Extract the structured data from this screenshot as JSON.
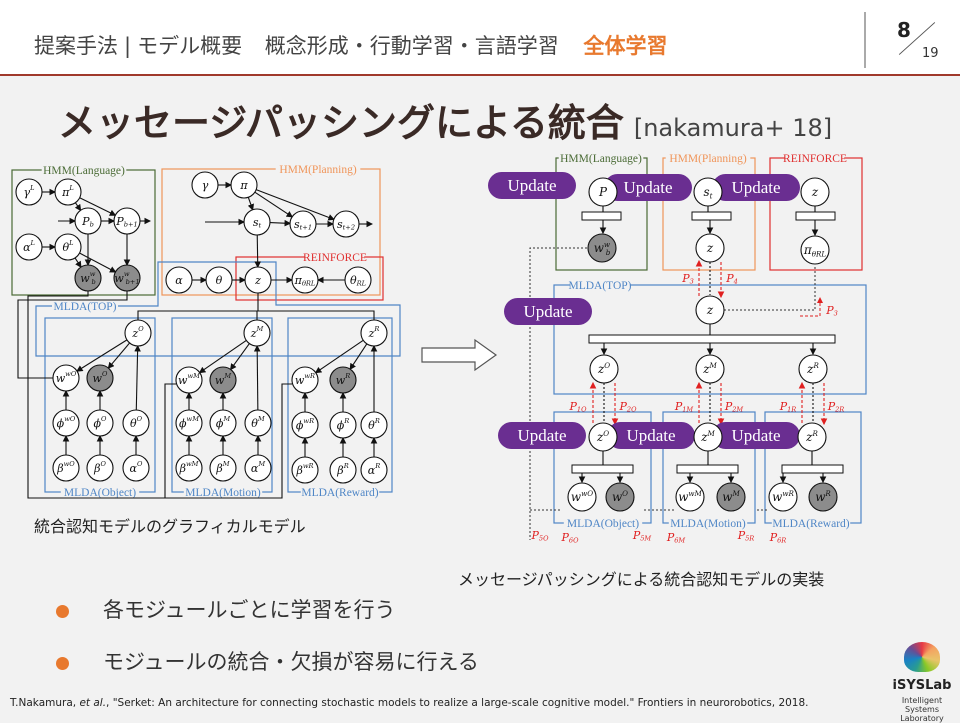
{
  "header": {
    "crumbs": [
      "提案手法",
      "モデル概要",
      "概念形成・行動学習・言語学習"
    ],
    "separator": "|",
    "active": "全体学習",
    "page": "8",
    "total": "19",
    "accent": "#e8792e"
  },
  "title": {
    "main": "メッセージパッシングによる統合",
    "cite": "[nakamura+ 18]"
  },
  "left_diagram": {
    "caption": "統合認知モデルのグラフィカルモデル",
    "boxes": {
      "lang": "HMM(Language)",
      "plan": "HMM(Planning)",
      "rl": "REINFORCE",
      "top": "MLDA(TOP)",
      "obj": "MLDA(Object)",
      "mot": "MLDA(Motion)",
      "rew": "MLDA(Reward)"
    },
    "nodes": {
      "gL": {
        "m": "γ",
        "sup": "L"
      },
      "piL": {
        "m": "π",
        "sup": "L"
      },
      "Pb": {
        "m": "P",
        "sub": "b"
      },
      "Pb1": {
        "m": "P",
        "sub": "b+1"
      },
      "aL": {
        "m": "α",
        "sup": "L"
      },
      "thL": {
        "m": "θ",
        "sup": "L"
      },
      "wb": {
        "m": "w",
        "sub": "b",
        "sup": "w"
      },
      "wb1": {
        "m": "w",
        "sub": "b+1",
        "sup": "w"
      },
      "g": {
        "m": "γ"
      },
      "pi": {
        "m": "π"
      },
      "st": {
        "m": "s",
        "sub": "t"
      },
      "st1": {
        "m": "s",
        "sub": "t+1"
      },
      "st2": {
        "m": "s",
        "sub": "t+2"
      },
      "a": {
        "m": "α"
      },
      "th": {
        "m": "θ"
      },
      "z": {
        "m": "z"
      },
      "piRL": {
        "m": "π",
        "sub": "θRL"
      },
      "thRL": {
        "m": "θ",
        "sub": "RL"
      },
      "zO": {
        "m": "z",
        "sup": "O"
      },
      "wwO": {
        "m": "w",
        "sup": "wO"
      },
      "wO": {
        "m": "w",
        "sup": "O"
      },
      "phwO": {
        "m": "ϕ",
        "sup": "wO"
      },
      "phO": {
        "m": "ϕ",
        "sup": "O"
      },
      "thO": {
        "m": "θ",
        "sup": "O"
      },
      "bwO": {
        "m": "β",
        "sup": "wO"
      },
      "bO": {
        "m": "β",
        "sup": "O"
      },
      "aO": {
        "m": "α",
        "sup": "O"
      },
      "zM": {
        "m": "z",
        "sup": "M"
      },
      "wwM": {
        "m": "w",
        "sup": "wM"
      },
      "wM": {
        "m": "w",
        "sup": "M"
      },
      "phwM": {
        "m": "ϕ",
        "sup": "wM"
      },
      "phM": {
        "m": "ϕ",
        "sup": "M"
      },
      "thM": {
        "m": "θ",
        "sup": "M"
      },
      "bwM": {
        "m": "β",
        "sup": "wM"
      },
      "bM": {
        "m": "β",
        "sup": "M"
      },
      "aM": {
        "m": "α",
        "sup": "M"
      },
      "zR": {
        "m": "z",
        "sup": "R"
      },
      "wwR": {
        "m": "w",
        "sup": "wR"
      },
      "wR": {
        "m": "w",
        "sup": "R"
      },
      "phwR": {
        "m": "ϕ",
        "sup": "wR"
      },
      "phR": {
        "m": "ϕ",
        "sup": "R"
      },
      "thR": {
        "m": "θ",
        "sup": "R"
      },
      "bwR": {
        "m": "β",
        "sup": "wR"
      },
      "bR": {
        "m": "β",
        "sup": "R"
      },
      "aR": {
        "m": "α",
        "sup": "R"
      }
    }
  },
  "right_diagram": {
    "caption": "メッセージパッシングによる統合認知モデルの実装",
    "update_label": "Update",
    "update_color": "#6a2e91",
    "message_color": "#e02020",
    "boxes": {
      "lang": "HMM(Language)",
      "plan": "HMM(Planning)",
      "rl": "REINFORCE",
      "top": "MLDA(TOP)",
      "obj": "MLDA(Object)",
      "mot": "MLDA(Motion)",
      "rew": "MLDA(Reward)"
    },
    "nodes": {
      "pL": {
        "m": "P"
      },
      "wb": {
        "m": "w",
        "sub": "b",
        "sup": "w"
      },
      "st": {
        "m": "s",
        "sub": "t"
      },
      "zP": {
        "m": "z"
      },
      "zRL": {
        "m": "z"
      },
      "piRL": {
        "m": "π",
        "sub": "θRL"
      },
      "zT": {
        "m": "z"
      },
      "zO": {
        "m": "z",
        "sup": "O"
      },
      "zM": {
        "m": "z",
        "sup": "M"
      },
      "zR": {
        "m": "z",
        "sup": "R"
      },
      "zO2": {
        "m": "z",
        "sup": "O"
      },
      "wwO": {
        "m": "w",
        "sup": "wO"
      },
      "wO": {
        "m": "w",
        "sup": "O"
      },
      "zM2": {
        "m": "z",
        "sup": "M"
      },
      "wwM": {
        "m": "w",
        "sup": "wM"
      },
      "wM": {
        "m": "w",
        "sup": "M"
      },
      "zR2": {
        "m": "z",
        "sup": "R"
      },
      "wwR": {
        "m": "w",
        "sup": "wR"
      },
      "wR": {
        "m": "w",
        "sup": "R"
      }
    },
    "messages": {
      "P3": {
        "m": "P",
        "sub": "3"
      },
      "P4": {
        "m": "P",
        "sub": "4"
      },
      "P3b": {
        "m": "P",
        "sub": "3"
      },
      "P1O": {
        "m": "P",
        "sub": "1O"
      },
      "P2O": {
        "m": "P",
        "sub": "2O"
      },
      "P1M": {
        "m": "P",
        "sub": "1M"
      },
      "P2M": {
        "m": "P",
        "sub": "2M"
      },
      "P1R": {
        "m": "P",
        "sub": "1R"
      },
      "P2R": {
        "m": "P",
        "sub": "2R"
      },
      "P5O": {
        "m": "P",
        "sub": "5O"
      },
      "P6O": {
        "m": "P",
        "sub": "6O"
      },
      "P5M": {
        "m": "P",
        "sub": "5M"
      },
      "P6M": {
        "m": "P",
        "sub": "6M"
      },
      "P5R": {
        "m": "P",
        "sub": "5R"
      },
      "P6R": {
        "m": "P",
        "sub": "6R"
      }
    }
  },
  "bullets": [
    "各モジュールごとに学習を行う",
    "モジュールの統合・欠損が容易に行える"
  ],
  "reference": {
    "authors": "T.Nakamura, ",
    "etal": "et al.",
    "rest": ", \"Serket:  An architecture for connecting stochastic models to realize a large-scale cognitive model.\" Frontiers in neurorobotics, 2018."
  },
  "logo": {
    "name": "iSYSLab",
    "subtitle": "Intelligent Systems Laboratory"
  }
}
